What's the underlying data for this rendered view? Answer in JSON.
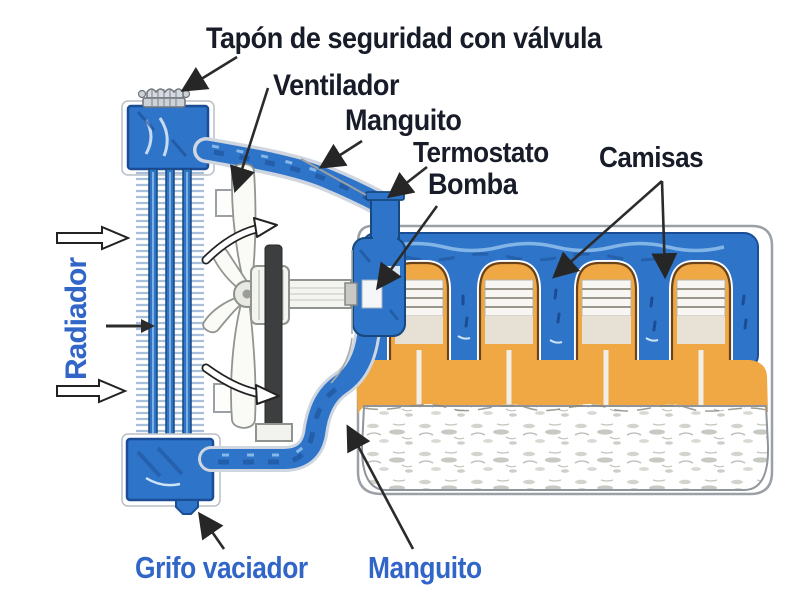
{
  "diagram": {
    "type": "engine-cooling-system-cutaway",
    "labels": {
      "tapon": "Tapón de seguridad con válvula",
      "ventilador": "Ventilador",
      "manguito_superior": "Manguito",
      "termostato": "Termostato",
      "bomba": "Bomba",
      "camisas": "Camisas",
      "radiador": "Radiador",
      "grifo_vaciador": "Grifo vaciador",
      "manguito_inferior": "Manguito"
    },
    "colors": {
      "coolant_blue": "#2e74c8",
      "coolant_dark_blue": "#1b4d96",
      "engine_orange": "#f0a844",
      "outline_grey": "#9aa0a6",
      "label_dark": "#171c28",
      "label_blue": "#3166c8",
      "background": "#ffffff"
    }
  }
}
